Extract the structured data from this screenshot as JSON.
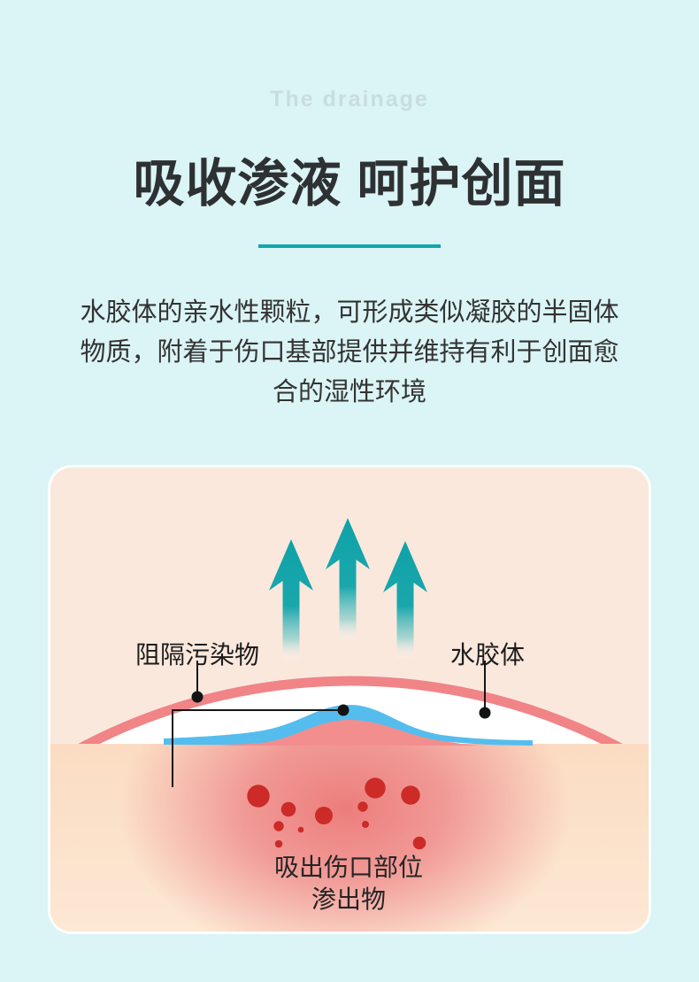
{
  "page": {
    "tagline": "The drainage",
    "title": "吸收渗液 呵护创面",
    "paragraph": {
      "line1": "水胶体的亲水性颗粒，可形成类似凝胶的半固体",
      "line2": "物质，附着于伤口基部提供并维持有利于创面愈",
      "line3": "合的湿性环境"
    }
  },
  "diagram": {
    "label_block_contaminants": "阻隔污染物",
    "label_hydrocolloid": "水胶体",
    "caption_line1": "吸出伤口部位",
    "caption_line2": "渗出物",
    "icons": {
      "up_arrows": "up-arrows-icon"
    }
  },
  "colors": {
    "page_background": "#dbf4f6",
    "panel_background": "#fbe8dd",
    "divider_teal": "#10a6ac",
    "arrow_teal": "#14a3a8",
    "dressing_arc_pink": "#f08487",
    "hydrocolloid_blue": "#55bdee",
    "wound_red": "#ec7a7a",
    "exudate_dot_red": "#cc2b27",
    "skin_peach": "#fbdcc2",
    "title_text": "#2e3133",
    "tagline_text": "#c7dde1"
  }
}
